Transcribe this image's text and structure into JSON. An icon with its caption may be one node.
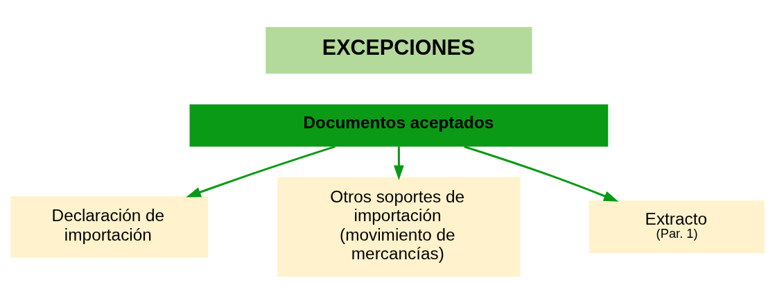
{
  "diagram": {
    "nodes": [
      {
        "text": [
          "EXCEPCIONES"
        ]
      },
      {
        "text": [
          "Documentos aceptados"
        ]
      },
      {
        "text": [
          "Declaración de importación"
        ]
      },
      {
        "text": [
          "Otros soportes de importación (movimiento de mercancías)"
        ]
      },
      {
        "text": [
          "Extracto",
          "(Par. 1)"
        ]
      }
    ],
    "edges": [
      {
        "from": 1,
        "to": 2,
        "arrow": "to"
      },
      {
        "from": 1,
        "to": 3,
        "arrow": "to"
      },
      {
        "from": 1,
        "to": 4,
        "arrow": "to"
      }
    ]
  }
}
